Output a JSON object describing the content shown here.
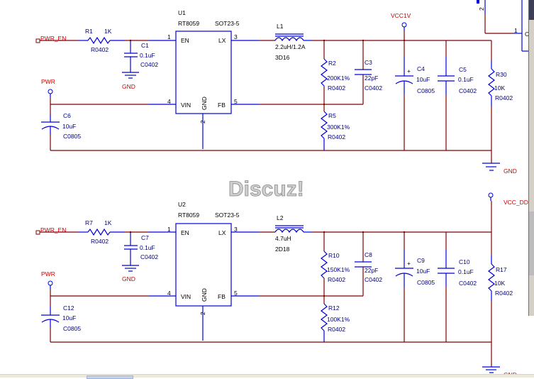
{
  "watermark": "Discuz!",
  "circuit1": {
    "enable_net": "PWR_EN",
    "input_net": "PWR",
    "output_net": "VCC1V",
    "gnd_labels": [
      "GND",
      "GND"
    ],
    "r_en": {
      "ref": "R1",
      "value": "1K",
      "footprint": "R0402"
    },
    "c_en": {
      "ref": "C1",
      "value": "0.1uF",
      "footprint": "C0402"
    },
    "c_in": {
      "ref": "C6",
      "value": "10uF",
      "footprint": "C0805"
    },
    "ic": {
      "ref": "U1",
      "part": "RT8059",
      "package": "SOT23-5",
      "pins": {
        "en": "EN",
        "lx": "LX",
        "vin": "VIN",
        "gnd": "GND",
        "fb": "FB"
      },
      "pin_numbers": {
        "en": "1",
        "lx": "3",
        "vin": "4",
        "gnd": "2",
        "fb": "5"
      }
    },
    "inductor": {
      "ref": "L1",
      "value": "2.2uH/1.2A",
      "footprint": "3D16"
    },
    "r_top": {
      "ref": "R2",
      "value": "200K1%",
      "footprint": "R0402"
    },
    "r_bot": {
      "ref": "R5",
      "value": "300K1%",
      "footprint": "R0402"
    },
    "c_ff": {
      "ref": "C3",
      "value": "22pF",
      "footprint": "C0402"
    },
    "c_out1": {
      "ref": "C4",
      "value": "10uF",
      "footprint": "C0805",
      "polarity": "+"
    },
    "c_out2": {
      "ref": "C5",
      "value": "0.1uF",
      "footprint": "C0402"
    },
    "r_load": {
      "ref": "R30",
      "value": "10K",
      "footprint": "R0402"
    }
  },
  "circuit2": {
    "enable_net": "PWR_EN",
    "input_net": "PWR",
    "output_net": "VCC_DD",
    "gnd_labels": [
      "GND",
      "GND"
    ],
    "r_en": {
      "ref": "R7",
      "value": "1K",
      "footprint": "R0402"
    },
    "c_en": {
      "ref": "C7",
      "value": "0.1uF",
      "footprint": "C0402"
    },
    "c_in": {
      "ref": "C12",
      "value": "10uF",
      "footprint": "C0805"
    },
    "ic": {
      "ref": "U2",
      "part": "RT8059",
      "package": "SOT23-5",
      "pins": {
        "en": "EN",
        "lx": "LX",
        "vin": "VIN",
        "gnd": "GND",
        "fb": "FB"
      },
      "pin_numbers": {
        "en": "1",
        "lx": "3",
        "vin": "4",
        "gnd": "2",
        "fb": "5"
      }
    },
    "inductor": {
      "ref": "L2",
      "value": "4.7uH",
      "footprint": "2D18"
    },
    "r_top": {
      "ref": "R10",
      "value": "150K1%",
      "footprint": "R0402"
    },
    "r_bot": {
      "ref": "R12",
      "value": "100K1%",
      "footprint": "R0402"
    },
    "c_ff": {
      "ref": "C8",
      "value": "22pF",
      "footprint": "C0402"
    },
    "c_out1": {
      "ref": "C9",
      "value": "10uF",
      "footprint": "C0805",
      "polarity": "+"
    },
    "c_out2": {
      "ref": "C10",
      "value": "0.1uF",
      "footprint": "C0402"
    },
    "r_load": {
      "ref": "R17",
      "value": "10K",
      "footprint": "R0402"
    }
  },
  "offscreen": {
    "pin_2": "2",
    "pin_1": "1",
    "partial_ref": "C"
  },
  "colors": {
    "wire": "#800000",
    "pin_line": "#0000dd",
    "net_label": "#cc0000",
    "ref_text": "#000080"
  }
}
